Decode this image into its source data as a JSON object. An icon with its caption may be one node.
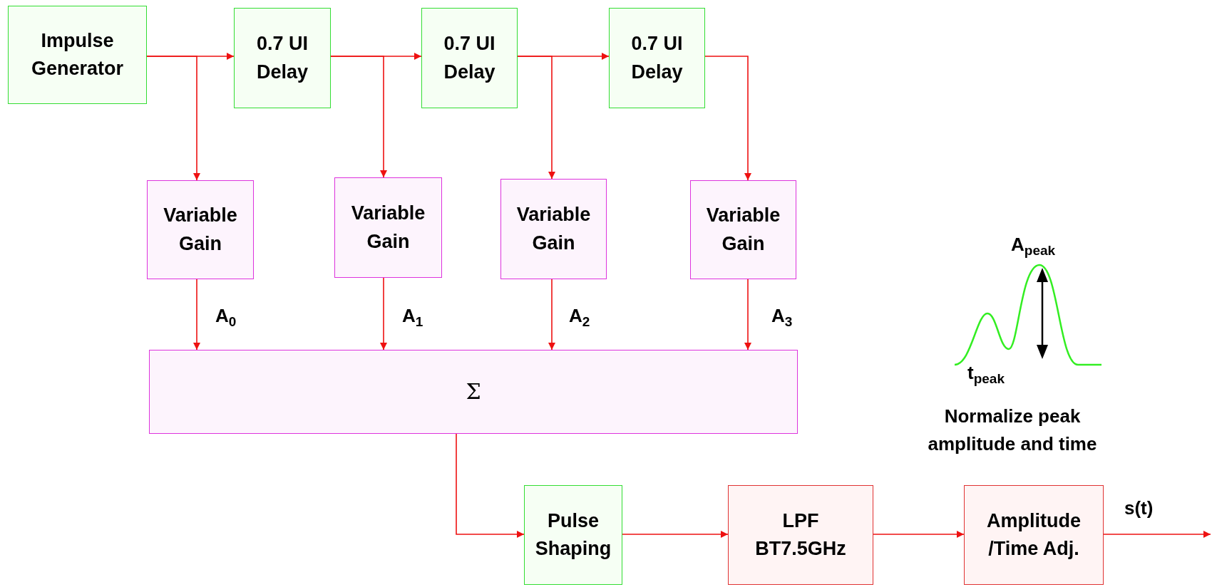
{
  "diagram": {
    "nodes": [
      {
        "text": [
          "Impulse Generator"
        ]
      },
      {
        "text": [
          "0.7 UI Delay"
        ]
      },
      {
        "text": [
          "0.7 UI Delay"
        ]
      },
      {
        "text": [
          "0.7 UI Delay"
        ]
      },
      {
        "text": [
          "Variable Gain"
        ]
      },
      {
        "text": [
          "Variable Gain"
        ]
      },
      {
        "text": [
          "Variable Gain"
        ]
      },
      {
        "text": [
          "Variable Gain"
        ]
      },
      {
        "text": [
          "Σ"
        ]
      },
      {
        "text": [
          "Pulse Shaping"
        ]
      },
      {
        "text": [
          "LPF BT7.5GHz"
        ]
      },
      {
        "text": [
          "Amplitude /Time Adj."
        ]
      }
    ],
    "edges": [
      {
        "from": 0,
        "to": 1,
        "arrow": "to"
      },
      {
        "from": 1,
        "to": 2,
        "arrow": "to"
      },
      {
        "from": 2,
        "to": 3,
        "arrow": "to"
      },
      {
        "from": 0,
        "to": 4,
        "arrow": "to"
      },
      {
        "from": 1,
        "to": 5,
        "arrow": "to"
      },
      {
        "from": 2,
        "to": 6,
        "arrow": "to"
      },
      {
        "from": 3,
        "to": 7,
        "arrow": "to"
      },
      {
        "from": 4,
        "to": 8,
        "arrow": "to",
        "label": "A$_{0}$"
      },
      {
        "from": 5,
        "to": 8,
        "arrow": "to",
        "label": "A$_{1}$"
      },
      {
        "from": 6,
        "to": 8,
        "arrow": "to",
        "label": "A$_{2}$"
      },
      {
        "from": 7,
        "to": 8,
        "arrow": "to",
        "label": "A$_{3}$"
      },
      {
        "from": 8,
        "to": 9,
        "arrow": "to"
      },
      {
        "from": 9,
        "to": 10,
        "arrow": "to"
      },
      {
        "from": 10,
        "to": 11,
        "arrow": "to"
      },
      {
        "from": 11,
        "to": null,
        "arrow": "to",
        "label": "s(t)"
      }
    ],
    "labels": [
      "A$_{peak}$",
      "t$_{peak}$",
      "Normalize peak amplitude and time"
    ]
  }
}
